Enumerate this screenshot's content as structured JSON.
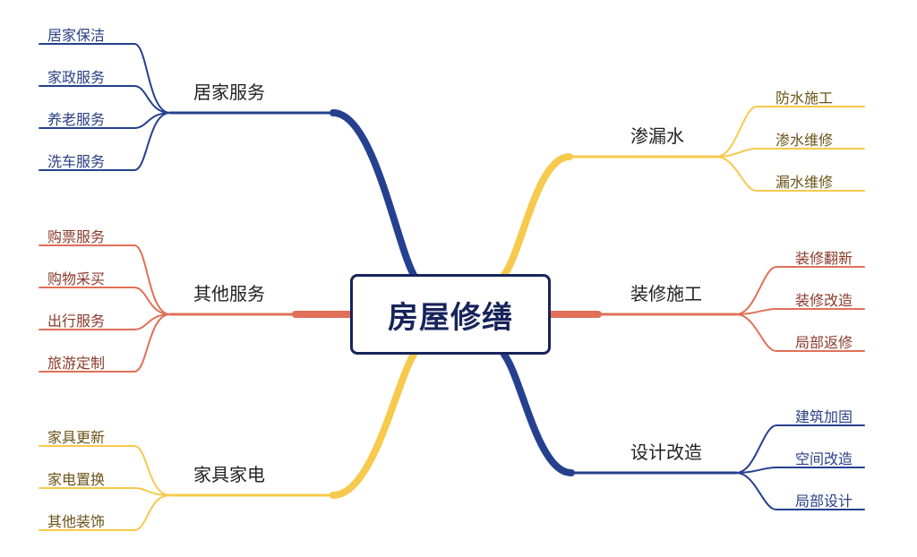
{
  "mindmap": {
    "root": "房屋修缮",
    "left": [
      {
        "label": "居家服务",
        "color": "#25408f",
        "children": [
          "居家保洁",
          "家政服务",
          "养老服务",
          "洗车服务"
        ]
      },
      {
        "label": "其他服务",
        "color": "#e07058",
        "children": [
          "购票服务",
          "购物采买",
          "出行服务",
          "旅游定制"
        ]
      },
      {
        "label": "家具家电",
        "color": "#f7c94c",
        "children": [
          "家具更新",
          "家电置换",
          "其他装饰"
        ]
      }
    ],
    "right": [
      {
        "label": "渗漏水",
        "color": "#f7c94c",
        "children": [
          "防水施工",
          "渗水维修",
          "漏水维修"
        ]
      },
      {
        "label": "装修施工",
        "color": "#e07058",
        "children": [
          "装修翻新",
          "装修改造",
          "局部返修"
        ]
      },
      {
        "label": "设计改造",
        "color": "#25408f",
        "children": [
          "建筑加固",
          "空间改造",
          "局部设计"
        ]
      }
    ],
    "text_colors": {
      "#25408f": "#2a3f84",
      "#e07058": "#8a3b2c",
      "#f7c94c": "#6b5418"
    }
  }
}
